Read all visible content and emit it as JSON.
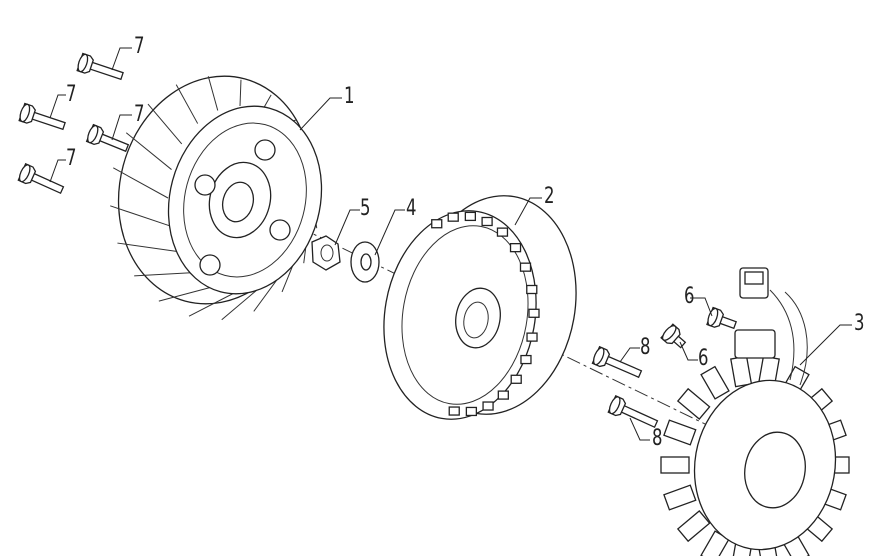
{
  "callouts": [
    {
      "id": "bolt-7a",
      "text": "7"
    },
    {
      "id": "bolt-7b",
      "text": "7"
    },
    {
      "id": "bolt-7c",
      "text": "7"
    },
    {
      "id": "bolt-7d",
      "text": "7"
    },
    {
      "id": "fan",
      "text": "1"
    },
    {
      "id": "nut",
      "text": "5"
    },
    {
      "id": "washer",
      "text": "4"
    },
    {
      "id": "flywheel",
      "text": "2"
    },
    {
      "id": "bolt-6a",
      "text": "6"
    },
    {
      "id": "bolt-6b",
      "text": "6"
    },
    {
      "id": "stator",
      "text": "3"
    },
    {
      "id": "bolt-8a",
      "text": "8"
    },
    {
      "id": "bolt-8b",
      "text": "8"
    }
  ]
}
